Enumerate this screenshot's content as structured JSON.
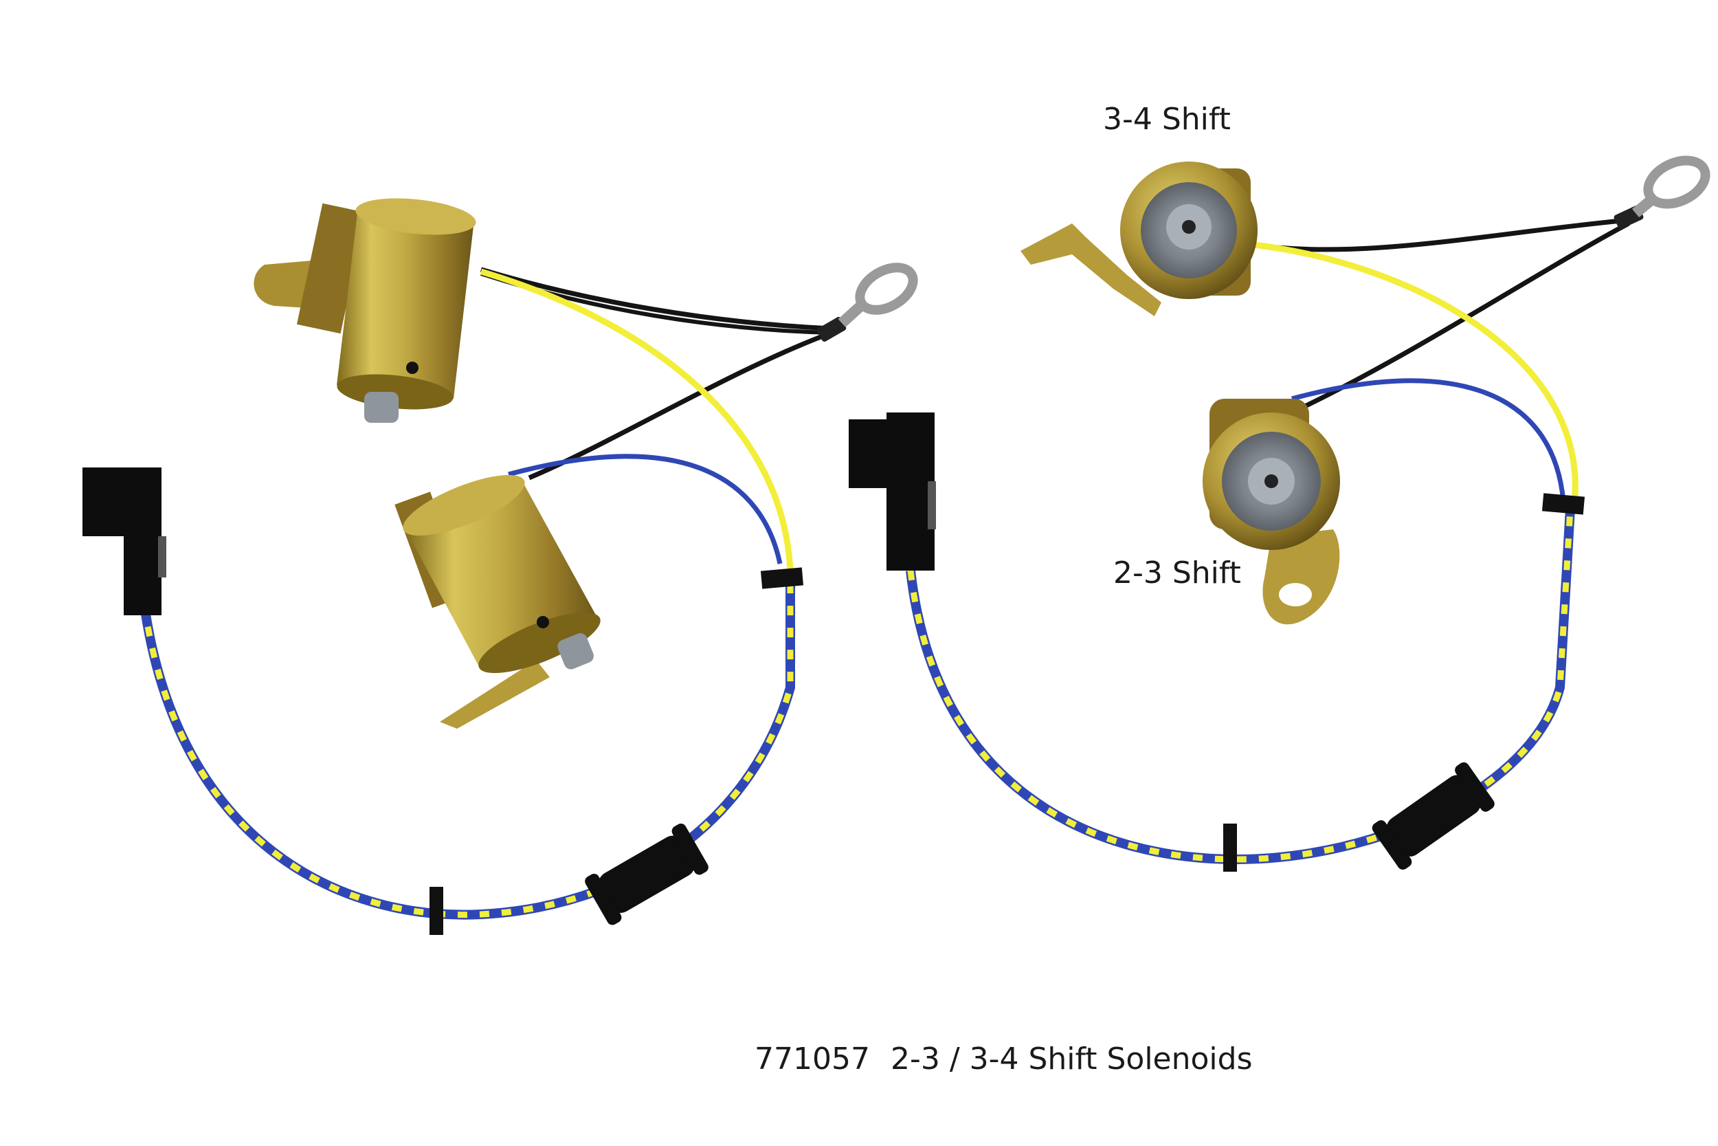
{
  "labels": {
    "shift_34": "3-4 Shift",
    "shift_23": "2-3 Shift"
  },
  "caption": {
    "part_number": "771057",
    "description": "2-3 / 3-4 Shift Solenoids"
  },
  "colors": {
    "background": "#ffffff",
    "brass": "#b9a63a",
    "brass_dark": "#7a6418",
    "wire_yellow": "#f2ee3a",
    "wire_blue": "#2f47b5",
    "wire_black": "#141414",
    "connector_black": "#0d0d0d",
    "plunger_gray": "#8f959c"
  }
}
